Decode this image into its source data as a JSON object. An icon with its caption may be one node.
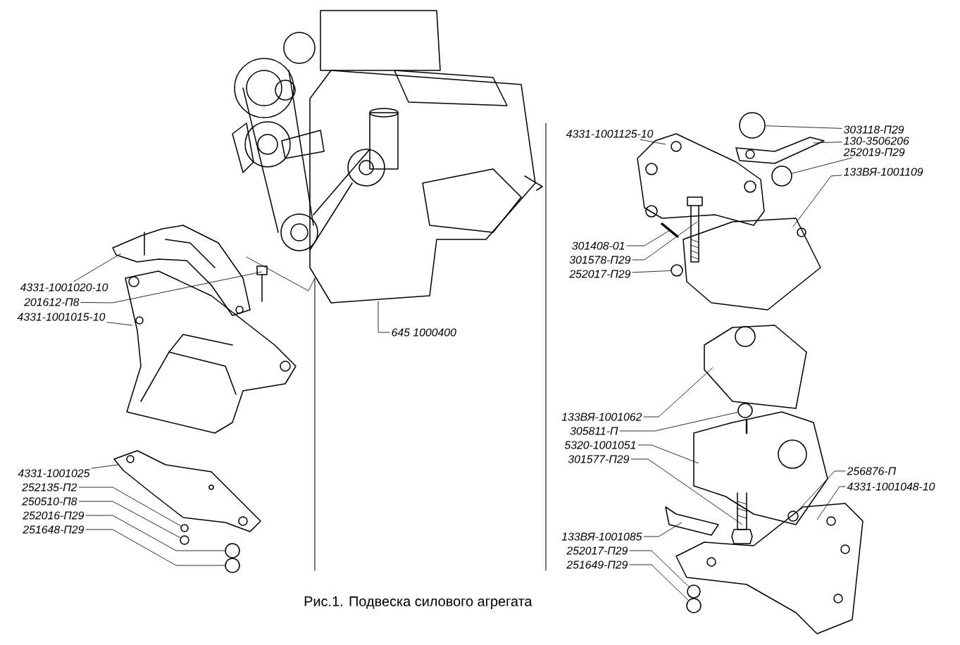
{
  "diagram": {
    "caption": "Рис.1. Подвеска силового агрегата",
    "nodes": [
      {
        "text": [
          "4331-1001020-10"
        ]
      },
      {
        "text": [
          "201612-П8"
        ]
      },
      {
        "text": [
          "4331-1001015-10"
        ]
      },
      {
        "text": [
          "645 1000400"
        ]
      },
      {
        "text": [
          "4331-1001025"
        ]
      },
      {
        "text": [
          "252135-П2"
        ]
      },
      {
        "text": [
          "250510-П8"
        ]
      },
      {
        "text": [
          "252016-П29"
        ]
      },
      {
        "text": [
          "251648-П29"
        ]
      },
      {
        "text": [
          "4331-1001125-10"
        ]
      },
      {
        "text": [
          "303118-П29"
        ]
      },
      {
        "text": [
          "130-3506206"
        ]
      },
      {
        "text": [
          "252019-П29"
        ]
      },
      {
        "text": [
          "133ВЯ-1001109"
        ]
      },
      {
        "text": [
          "301408-01"
        ]
      },
      {
        "text": [
          "301578-П29"
        ]
      },
      {
        "text": [
          "252017-П29"
        ]
      },
      {
        "text": [
          "133ВЯ-1001062"
        ]
      },
      {
        "text": [
          "305811-П"
        ]
      },
      {
        "text": [
          "5320-1001051"
        ]
      },
      {
        "text": [
          "301577-П29"
        ]
      },
      {
        "text": [
          "256876-П"
        ]
      },
      {
        "text": [
          "4331-1001048-10"
        ]
      },
      {
        "text": [
          "133ВЯ-1001085"
        ]
      },
      {
        "text": [
          "252017-П29"
        ]
      },
      {
        "text": [
          "251649-П29"
        ]
      },
      {
        "text": [],
        "shape": "picture"
      },
      {
        "text": [],
        "shape": "picture"
      },
      {
        "text": [],
        "shape": "picture"
      },
      {
        "text": [],
        "shape": "picture"
      },
      {
        "text": [],
        "shape": "picture"
      },
      {
        "text": [],
        "shape": "circle"
      },
      {
        "text": [],
        "shape": "circle"
      },
      {
        "text": [],
        "shape": "circle"
      },
      {
        "text": [],
        "shape": "circle"
      },
      {
        "text": [],
        "shape": "picture"
      },
      {
        "text": [],
        "shape": "circle"
      },
      {
        "text": [],
        "shape": "picture"
      },
      {
        "text": [],
        "shape": "circle"
      },
      {
        "text": [],
        "shape": "picture"
      },
      {
        "text": [],
        "shape": "picture"
      },
      {
        "text": [],
        "shape": "picture"
      },
      {
        "text": [],
        "shape": "circle"
      },
      {
        "text": [],
        "shape": "picture"
      },
      {
        "text": [],
        "shape": "circle"
      },
      {
        "text": [],
        "shape": "picture"
      },
      {
        "text": [],
        "shape": "picture"
      },
      {
        "text": [],
        "shape": "circle"
      },
      {
        "text": [],
        "shape": "picture"
      },
      {
        "text": [],
        "shape": "picture"
      },
      {
        "text": [],
        "shape": "circle"
      },
      {
        "text": [],
        "shape": "circle"
      }
    ],
    "edges": [
      {
        "from": 0,
        "to": 27,
        "arrow": "none"
      },
      {
        "from": 1,
        "to": 28,
        "arrow": "none"
      },
      {
        "from": 2,
        "to": 29,
        "arrow": "none"
      },
      {
        "from": 3,
        "to": 26,
        "arrow": "none"
      },
      {
        "from": 4,
        "to": 30,
        "arrow": "none"
      },
      {
        "from": 5,
        "to": 31,
        "arrow": "none"
      },
      {
        "from": 6,
        "to": 32,
        "arrow": "none"
      },
      {
        "from": 7,
        "to": 33,
        "arrow": "none"
      },
      {
        "from": 8,
        "to": 34,
        "arrow": "none"
      },
      {
        "from": 9,
        "to": 35,
        "arrow": "none"
      },
      {
        "from": 10,
        "to": 36,
        "arrow": "none"
      },
      {
        "from": 11,
        "to": 37,
        "arrow": "none"
      },
      {
        "from": 12,
        "to": 38,
        "arrow": "none"
      },
      {
        "from": 13,
        "to": 39,
        "arrow": "none"
      },
      {
        "from": 14,
        "to": 40,
        "arrow": "none"
      },
      {
        "from": 15,
        "to": 41,
        "arrow": "none"
      },
      {
        "from": 16,
        "to": 42,
        "arrow": "none"
      },
      {
        "from": 17,
        "to": 43,
        "arrow": "none"
      },
      {
        "from": 18,
        "to": 44,
        "arrow": "none"
      },
      {
        "from": 19,
        "to": 45,
        "arrow": "none"
      },
      {
        "from": 20,
        "to": 46,
        "arrow": "none"
      },
      {
        "from": 21,
        "to": 47,
        "arrow": "none"
      },
      {
        "from": 22,
        "to": 48,
        "arrow": "none"
      },
      {
        "from": 23,
        "to": 49,
        "arrow": "none"
      },
      {
        "from": 24,
        "to": 50,
        "arrow": "none"
      },
      {
        "from": 25,
        "to": 51,
        "arrow": "none"
      }
    ]
  }
}
